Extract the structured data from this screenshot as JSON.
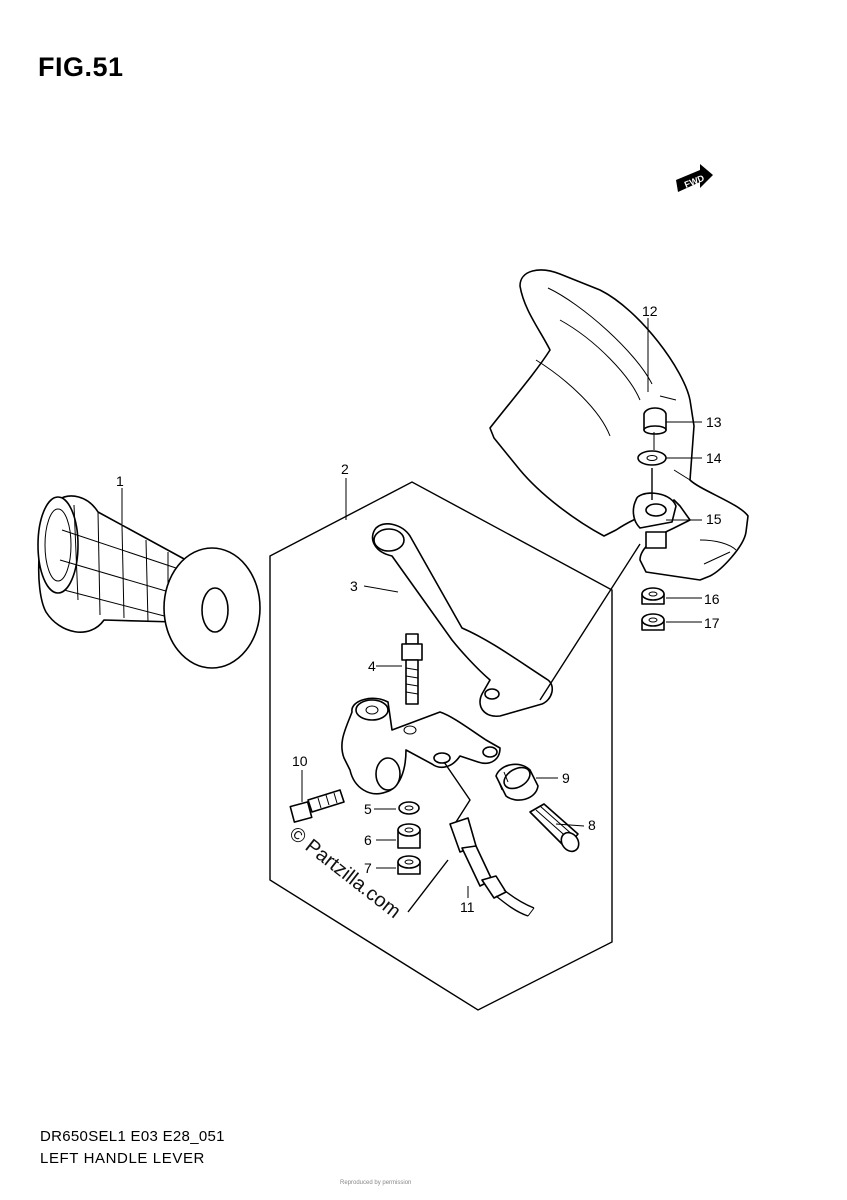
{
  "figure": {
    "title": "FIG.51",
    "fwd_label": "FWD",
    "code": "DR650SEL1 E03 E28_051",
    "name": "LEFT HANDLE LEVER",
    "watermark": "© Partzilla.com",
    "fineprint": "Reproduced by permission"
  },
  "callouts": [
    {
      "id": "1",
      "part": "handle-grip"
    },
    {
      "id": "2",
      "part": "clutch-lever-assembly"
    },
    {
      "id": "3",
      "part": "lever"
    },
    {
      "id": "4",
      "part": "bolt"
    },
    {
      "id": "5",
      "part": "washer"
    },
    {
      "id": "6",
      "part": "spacer"
    },
    {
      "id": "7",
      "part": "nut"
    },
    {
      "id": "8",
      "part": "adjuster"
    },
    {
      "id": "9",
      "part": "lock-nut"
    },
    {
      "id": "10",
      "part": "clamp-screw"
    },
    {
      "id": "11",
      "part": "cable"
    },
    {
      "id": "12",
      "part": "hand-guard"
    },
    {
      "id": "13",
      "part": "cap-nut"
    },
    {
      "id": "14",
      "part": "washer"
    },
    {
      "id": "15",
      "part": "bracket"
    },
    {
      "id": "16",
      "part": "nut"
    },
    {
      "id": "17",
      "part": "spacer"
    }
  ]
}
